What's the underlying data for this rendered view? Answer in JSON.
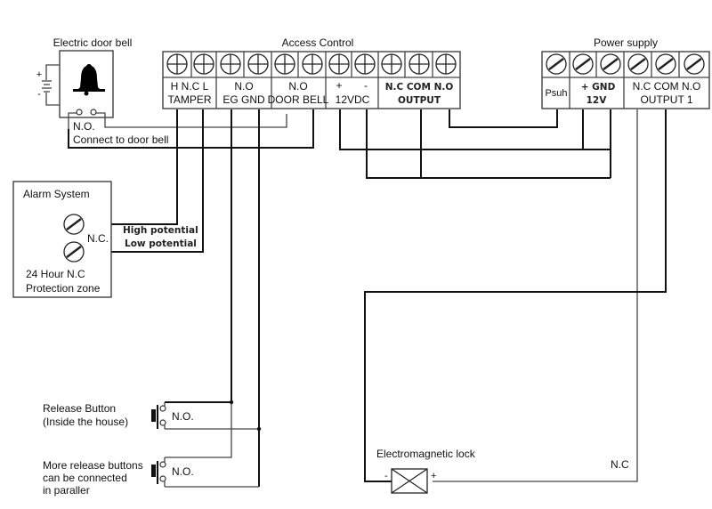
{
  "diagram": {
    "access_control": {
      "title": "Access Control",
      "groups": [
        {
          "top": "H N.C L",
          "bottom": "TAMPER"
        },
        {
          "top": "N.O",
          "bottom": "EG GND"
        },
        {
          "top": "N.O",
          "bottom": "DOOR BELL"
        },
        {
          "top_left": "+",
          "top_right": "-",
          "bottom": "12VDC"
        },
        {
          "top": "N.C COM N.O",
          "bottom": "OUTPUT"
        }
      ]
    },
    "power_supply": {
      "title": "Power supply",
      "groups": [
        {
          "top": "Psuh"
        },
        {
          "top": "+   GND",
          "bottom": "12V"
        },
        {
          "top": "N.C COM N.O",
          "bottom": "OUTPUT 1"
        }
      ]
    },
    "door_bell": {
      "title": "Electric door bell",
      "battery_plus": "+",
      "battery_minus": "-",
      "contact": "N.O.",
      "note": "Connect to door bell"
    },
    "alarm": {
      "title": "Alarm System",
      "contact": "N.C.",
      "high": "High potential",
      "low": "Low potential",
      "zone_line1": "24 Hour N.C",
      "zone_line2": "Protection zone"
    },
    "release_button": {
      "line1": "Release Button",
      "line2": "(Inside the house)",
      "contact": "N.O."
    },
    "more_buttons": {
      "line1": "More release buttons",
      "line2": "can be connected",
      "line3": "in paraller",
      "contact": "N.O."
    },
    "lock": {
      "title": "Electromagnetic lock",
      "minus": "-",
      "plus": "+",
      "nc": "N.C"
    }
  }
}
